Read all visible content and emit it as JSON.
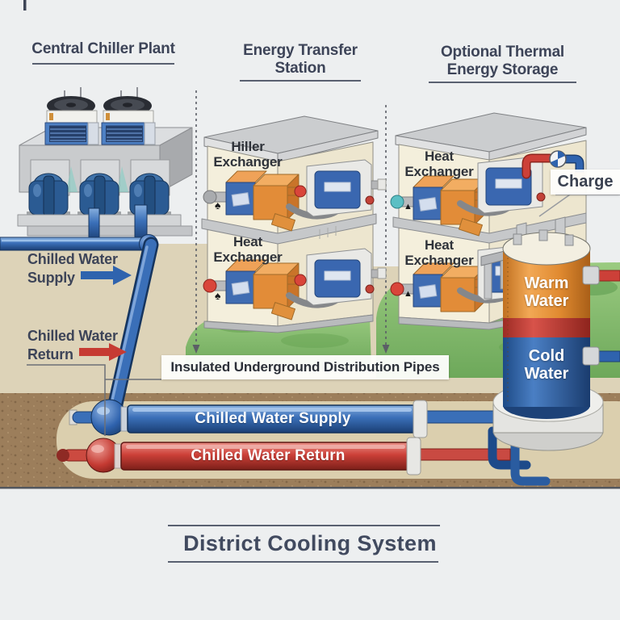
{
  "footer": {
    "title": "District Cooling System"
  },
  "headings": {
    "plant": "Central Chiller Plant",
    "station": "Energy Transfer Station",
    "storage": "Optional Thermal Energy Storage"
  },
  "callouts": {
    "supply": "Chilled Water Supply",
    "return": "Chilled Water Return",
    "distribution": "Insulated Underground Distribution Pipes",
    "charge": "Charge"
  },
  "station": {
    "floor1_label": "Hiller Exchanger",
    "floor2_label": "Heat Exchanger"
  },
  "storage": {
    "floor1_label": "Heat Exchanger",
    "floor2_label": "Heat Exchanger"
  },
  "tank": {
    "warm_label": "Warm Water",
    "cold_label": "Cold Water"
  },
  "underground": {
    "supply_pipe_label": "Chilled Water Supply",
    "return_pipe_label": "Chilled Water Return"
  },
  "icons": {
    "spade": "♠",
    "triangle": "▲"
  },
  "colors": {
    "supply_blue": "#2f63ae",
    "return_red": "#c43a32",
    "warm_orange": "#e08a30",
    "cold_blue": "#2f62a8",
    "grass_green": "#84b868",
    "soil_brown": "#9c7e5b",
    "ink": "#3d4458"
  }
}
